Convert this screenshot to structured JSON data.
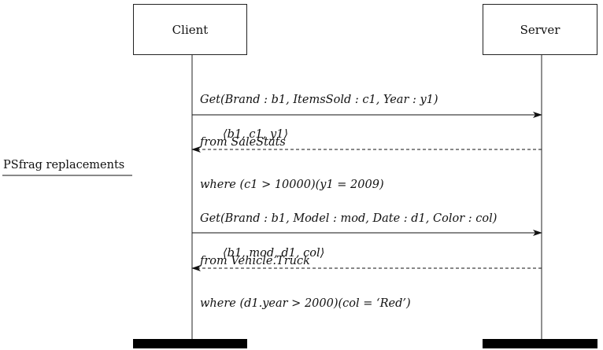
{
  "participants": {
    "client": "Client",
    "server": "Server"
  },
  "side_label": "PSfrag replacements",
  "messages": [
    {
      "lines": [
        "Get(Brand : b1, ItemsSold : c1, Year : y1)",
        "from SaleStats",
        "where (c1 > 10000)(y1 = 2009)"
      ],
      "response": "⟨b1, c1, y1⟩"
    },
    {
      "lines": [
        "Get(Brand : b1, Model : mod, Date : d1, Color : col)",
        "from Vehicle.Truck",
        "where (d1.year > 2000)(col = ‘Red’)"
      ],
      "response": "⟨b1, mod, d1, col⟩"
    }
  ]
}
